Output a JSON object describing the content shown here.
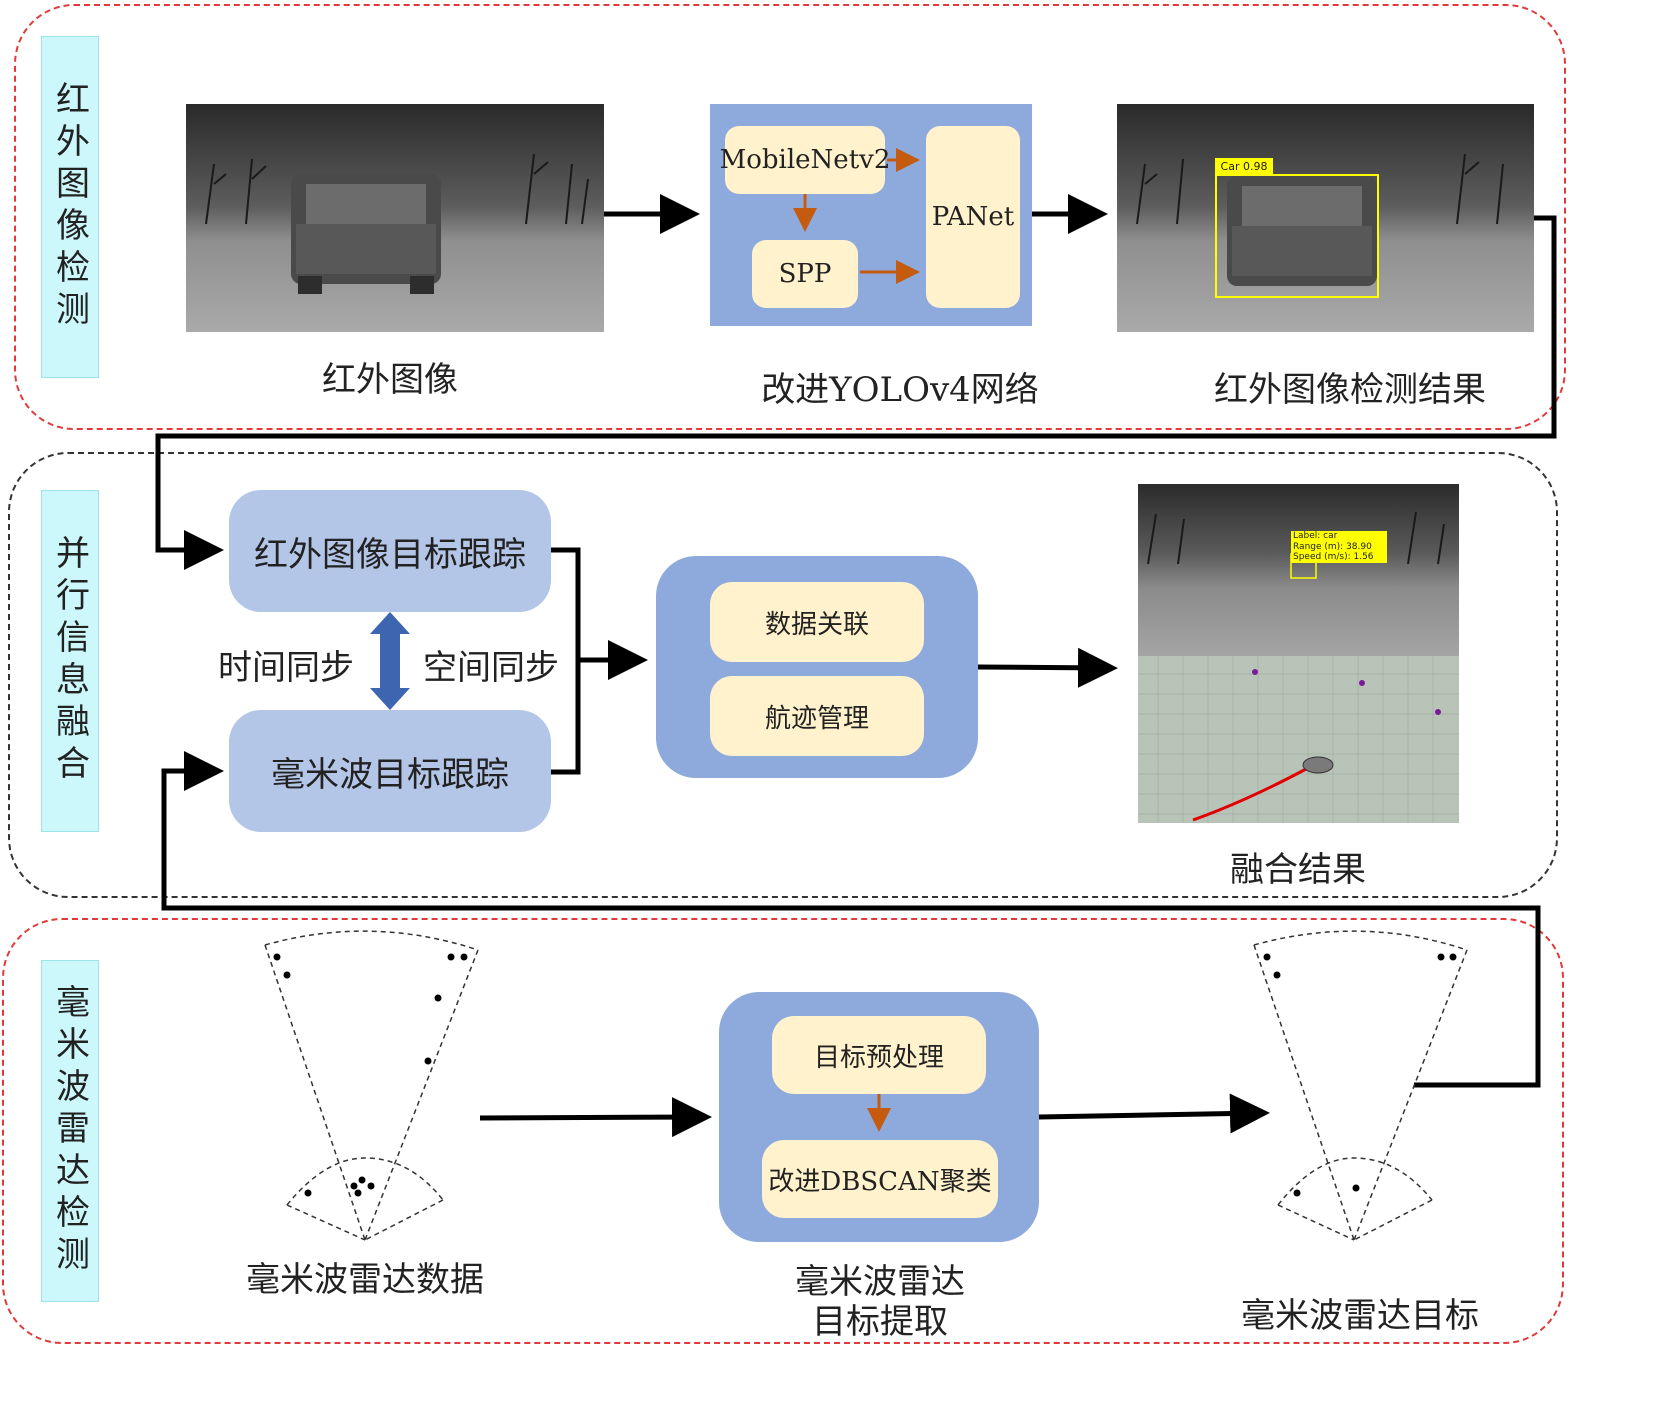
{
  "sections": {
    "infrared": "红外图像检测",
    "fusion": "并行信息融合",
    "radar": "毫米波雷达检测"
  },
  "top": {
    "ir_image_caption": "红外图像",
    "network_caption": "改进YOLOv4网络",
    "result_caption": "红外图像检测结果",
    "mobilenet": "MobileNetv2",
    "spp": "SPP",
    "panet": "PANet",
    "detection_tag": "Car 0.98"
  },
  "middle": {
    "ir_tracking": "红外图像目标跟踪",
    "radar_tracking": "毫米波目标跟踪",
    "time_sync": "时间同步",
    "space_sync": "空间同步",
    "data_association": "数据关联",
    "track_management": "航迹管理",
    "fusion_caption": "融合结果",
    "fusion_tag_lines": [
      "Label: car",
      "Range (m): 38.90",
      "Speed (m/s): 1.56"
    ]
  },
  "bottom": {
    "radar_data_caption": "毫米波雷达数据",
    "extraction_caption_line1": "毫米波雷达",
    "extraction_caption_line2": "目标提取",
    "target_caption": "毫米波雷达目标",
    "preprocess": "目标预处理",
    "dbscan": "改进DBSCAN聚类"
  },
  "colors": {
    "red_dash": "#e23a3a",
    "blue_panel": "#8eaadc",
    "cream_box": "#fff2cc",
    "track_box": "#b4c6e7",
    "label_cyan": "#ccf8fb",
    "orange_arrow": "#c55a11",
    "sync_arrow": "#3d65b0",
    "detection_yellow": "#ffff00"
  }
}
